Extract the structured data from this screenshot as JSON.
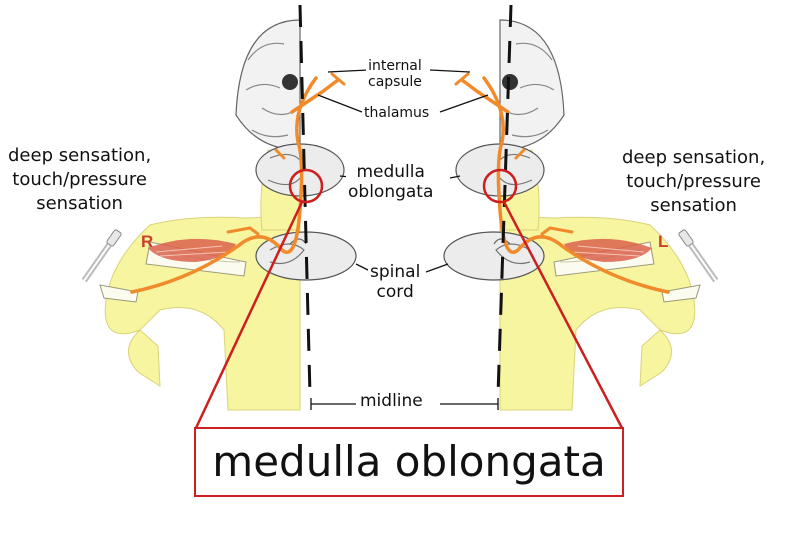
{
  "labels": {
    "internal_capsule": "internal\ncapsule",
    "thalamus": "thalamus",
    "medulla_oblongata": "medulla\noblongata",
    "spinal_cord": "spinal\ncord",
    "midline": "midline",
    "left_sensation": "deep sensation,\ntouch/pressure\nsensation",
    "right_sensation": "deep sensation,\ntouch/pressure\nsensation",
    "side_right": "R",
    "side_left": "L",
    "zoom_title": "medulla oblongata"
  },
  "colors": {
    "body_fill": "#f7f5a0",
    "pathway": "#f08a2a",
    "highlight": "#cc1f1f",
    "midline": "#111111",
    "side_letter_r": "#c8402e",
    "side_letter_l": "#c8402e",
    "muscle": "#d9624c"
  },
  "icons": [
    "vibration-tuning-fork-icon",
    "vibration-tuning-fork-icon"
  ]
}
